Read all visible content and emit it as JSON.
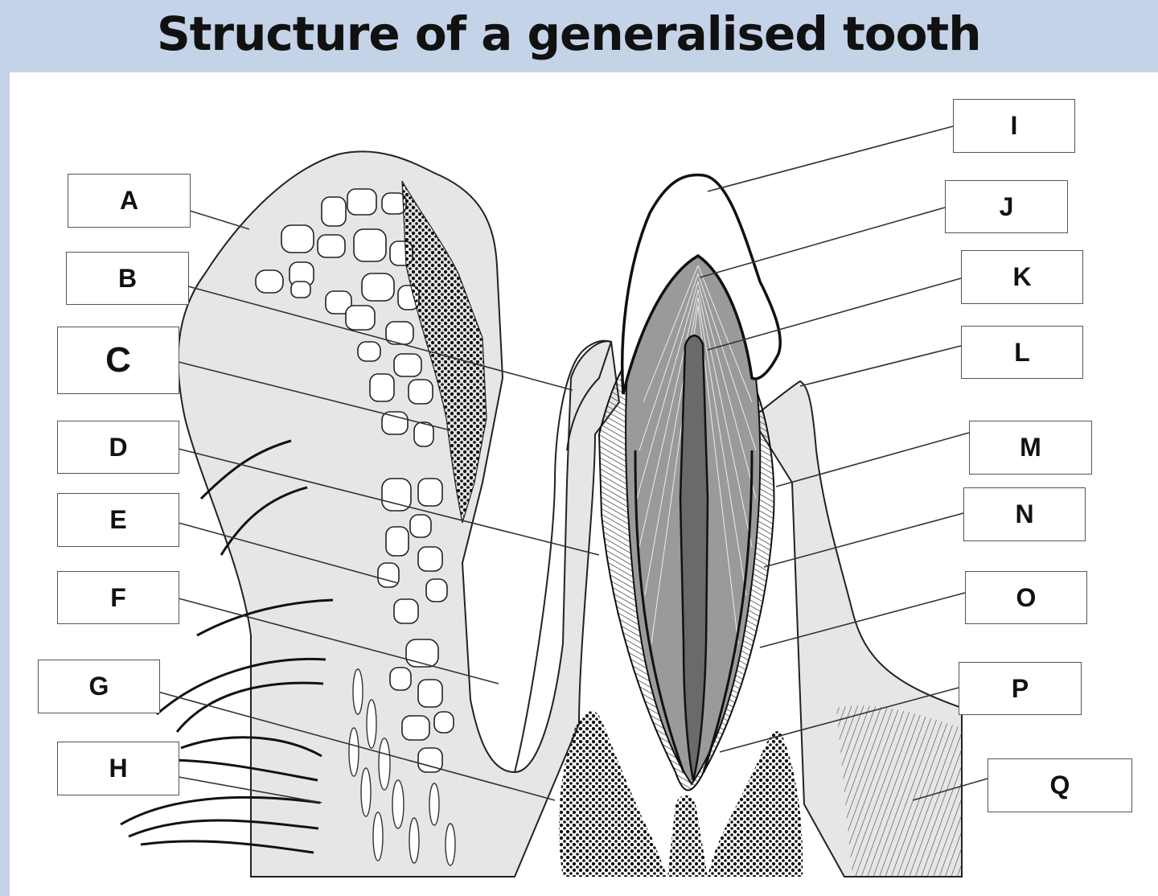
{
  "title": "Structure of a generalised tooth",
  "labels": {
    "A": "A",
    "B": "B",
    "C": "C",
    "D": "D",
    "E": "E",
    "F": "F",
    "G": "G",
    "H": "H",
    "I": "I",
    "J": "J",
    "K": "K",
    "L": "L",
    "M": "M",
    "N": "N",
    "O": "O",
    "P": "P",
    "Q": "Q"
  },
  "colors": {
    "header": "#c5d3e9",
    "tissue": "#e6e6e6",
    "line": "#222222"
  }
}
